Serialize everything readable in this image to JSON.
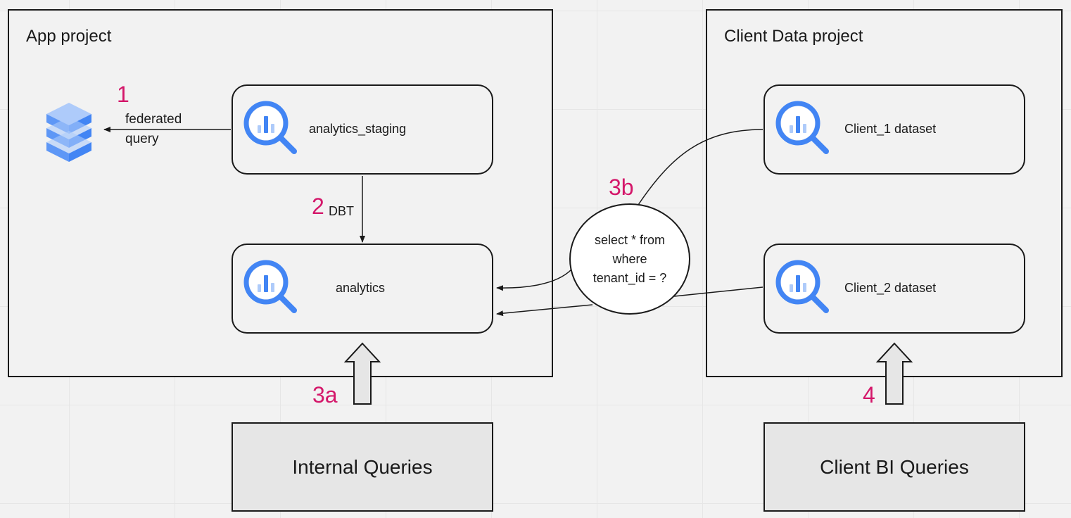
{
  "app_project": {
    "title": "App project",
    "staging_dataset": "analytics_staging",
    "analytics_dataset": "analytics",
    "federated_label_line1": "federated",
    "federated_label_line2": "query",
    "dbt_label": "DBT"
  },
  "client_project": {
    "title": "Client Data project",
    "client1_dataset": "Client_1 dataset",
    "client2_dataset": "Client_2 dataset"
  },
  "bubble": {
    "line1": "select * from",
    "line2": "where",
    "line3": "tenant_id = ?"
  },
  "steps": {
    "s1": "1",
    "s2": "2",
    "s3a": "3a",
    "s3b": "3b",
    "s4": "4"
  },
  "query_boxes": {
    "internal": "Internal Queries",
    "client_bi": "Client BI Queries"
  },
  "colors": {
    "step": "#d4176a",
    "bq_blue": "#4285f4",
    "bq_light": "#aecbfa",
    "db_blue": "#5e97f6"
  },
  "icons": [
    "bigquery-icon",
    "cloud-sql-database-icon",
    "arrow-up-icon"
  ]
}
